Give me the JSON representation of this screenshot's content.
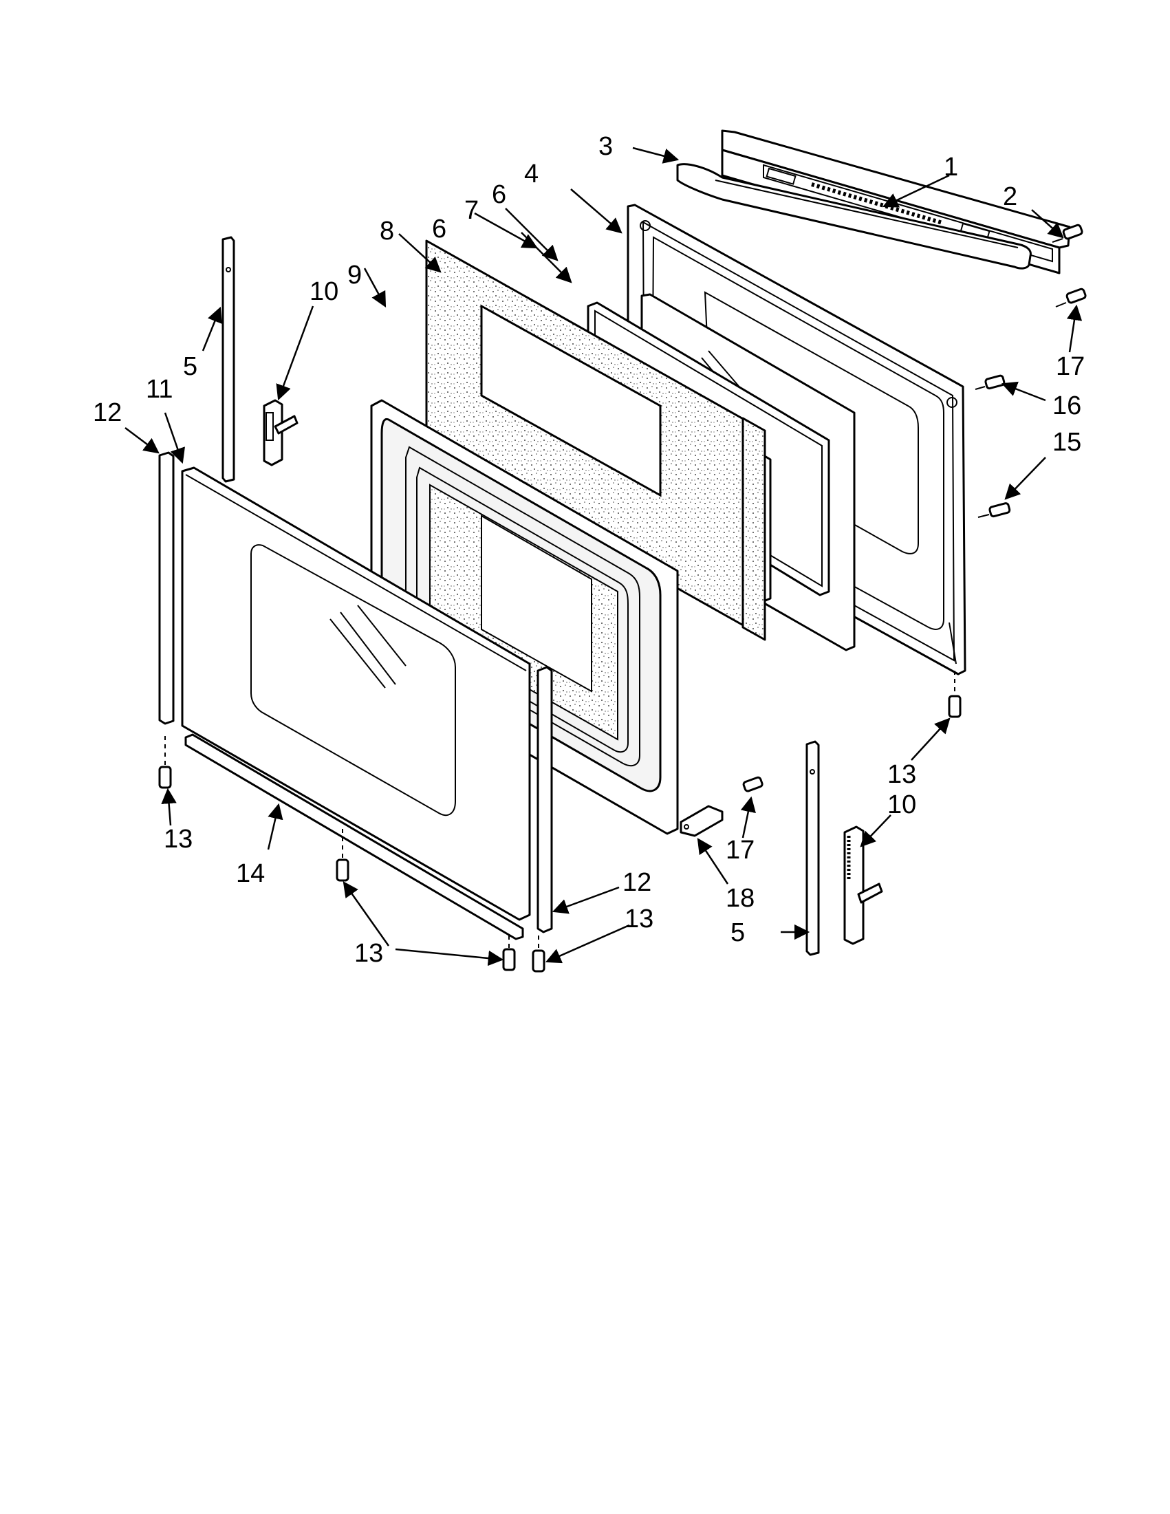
{
  "callouts": [
    {
      "id": "c1",
      "text": "1"
    },
    {
      "id": "c2",
      "text": "2"
    },
    {
      "id": "c3",
      "text": "3"
    },
    {
      "id": "c4",
      "text": "4"
    },
    {
      "id": "c5a",
      "text": "5"
    },
    {
      "id": "c5b",
      "text": "5"
    },
    {
      "id": "c6a",
      "text": "6"
    },
    {
      "id": "c6b",
      "text": "6"
    },
    {
      "id": "c7",
      "text": "7"
    },
    {
      "id": "c8",
      "text": "8"
    },
    {
      "id": "c9",
      "text": "9"
    },
    {
      "id": "c10a",
      "text": "10"
    },
    {
      "id": "c10b",
      "text": "10"
    },
    {
      "id": "c11",
      "text": "11"
    },
    {
      "id": "c12a",
      "text": "12"
    },
    {
      "id": "c12b",
      "text": "12"
    },
    {
      "id": "c13a",
      "text": "13"
    },
    {
      "id": "c13b",
      "text": "13"
    },
    {
      "id": "c13c",
      "text": "13"
    },
    {
      "id": "c13d",
      "text": "13"
    },
    {
      "id": "c14",
      "text": "14"
    },
    {
      "id": "c15",
      "text": "15"
    },
    {
      "id": "c16",
      "text": "16"
    },
    {
      "id": "c17a",
      "text": "17"
    },
    {
      "id": "c17b",
      "text": "17"
    },
    {
      "id": "c18",
      "text": "18"
    }
  ]
}
